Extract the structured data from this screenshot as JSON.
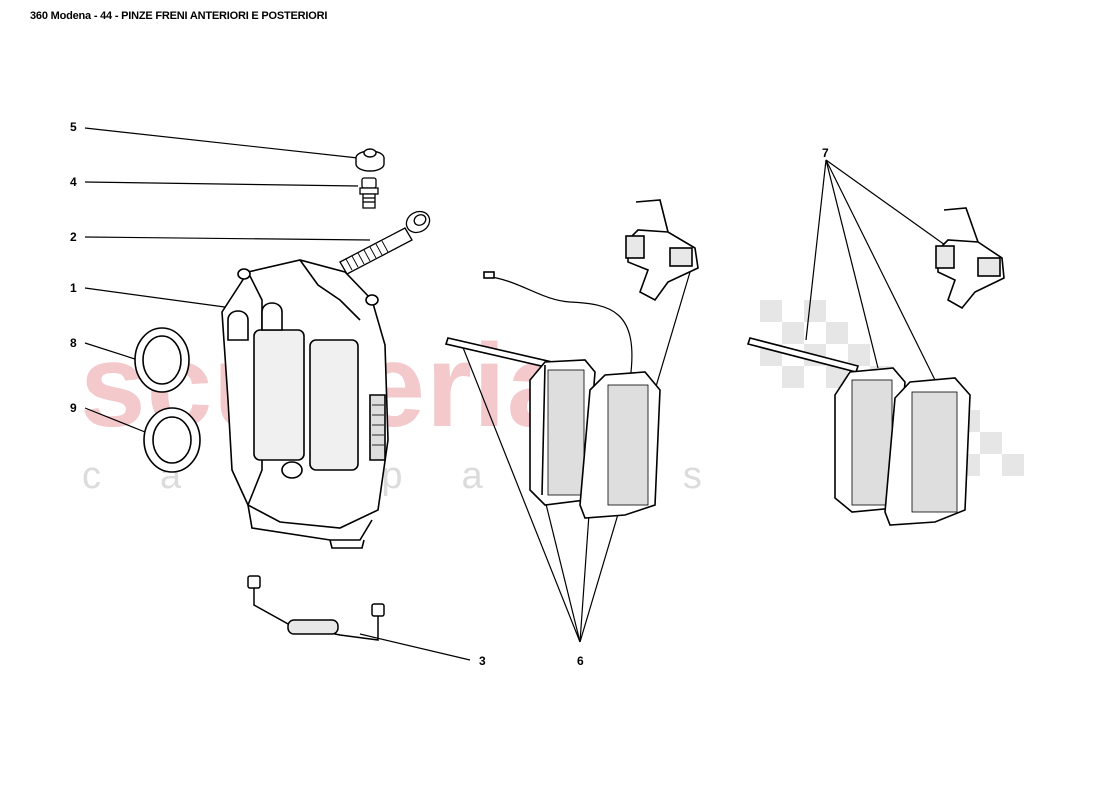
{
  "header": {
    "title": "360 Modena - 44 - PINZE FRENI ANTERIORI E POSTERIORI"
  },
  "watermark": {
    "brand": "scuderia",
    "sub": "car parts"
  },
  "callouts": [
    {
      "num": "5",
      "part": "bleed-cap"
    },
    {
      "num": "4",
      "part": "bleed-screw"
    },
    {
      "num": "2",
      "part": "bolt"
    },
    {
      "num": "1",
      "part": "brake-caliper"
    },
    {
      "num": "8",
      "part": "seal-ring"
    },
    {
      "num": "9",
      "part": "seal-ring"
    },
    {
      "num": "3",
      "part": "brake-pipe"
    },
    {
      "num": "6",
      "part": "front-pad-kit"
    },
    {
      "num": "7",
      "part": "rear-pad-kit"
    }
  ],
  "colors": {
    "line": "#000000",
    "watermark_red": "#f3c9cc",
    "watermark_grey": "#dcdcdc"
  }
}
